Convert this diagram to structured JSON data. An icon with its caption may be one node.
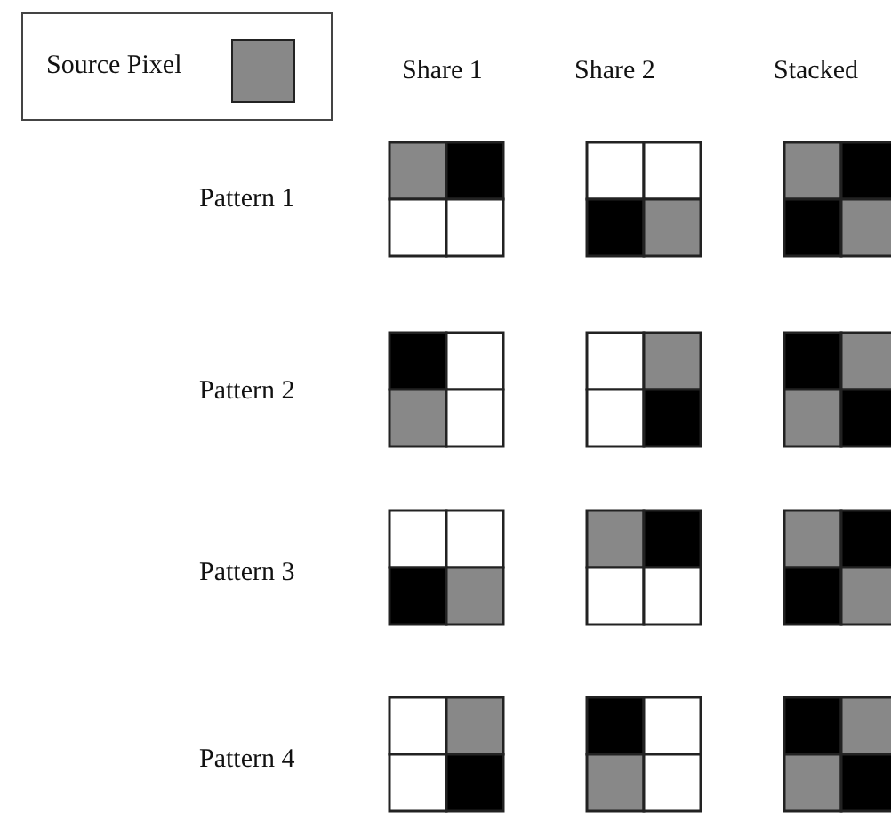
{
  "diagram": {
    "labels": [
      "Share 1",
      "Share 2",
      "Stacked",
      "Pattern 1",
      "Pattern 2",
      "Pattern 3",
      "Pattern 4"
    ],
    "legend": [
      {
        "text": "Source Pixel",
        "color": "#888888"
      }
    ]
  }
}
